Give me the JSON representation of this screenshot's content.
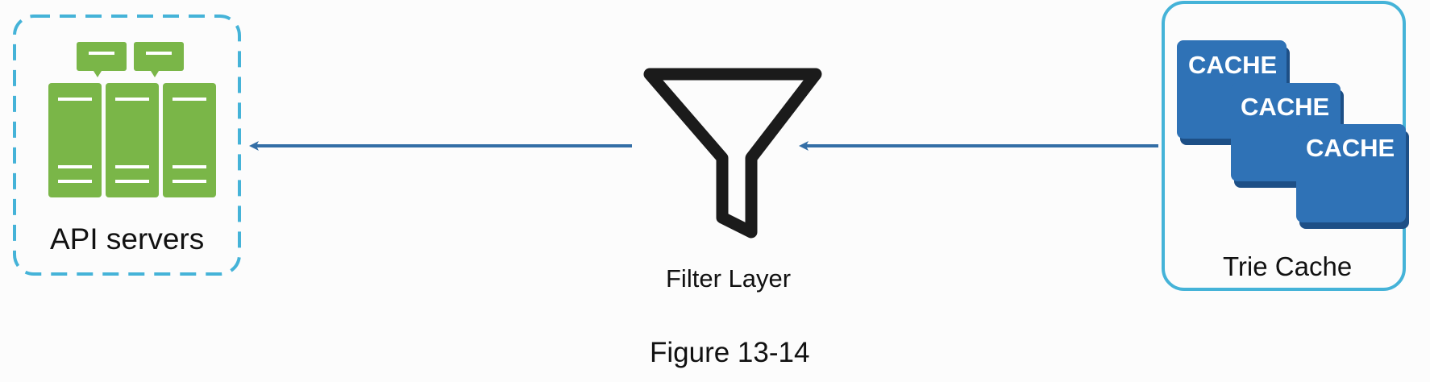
{
  "nodes": {
    "api_servers": {
      "label": "API servers",
      "icon": "server-rack-icon",
      "border": "dashed"
    },
    "filter_layer": {
      "label": "Filter Layer",
      "icon": "funnel-icon"
    },
    "trie_cache": {
      "label": "Trie Cache",
      "icon": "cache-stack-icon",
      "block_label": "CACHE",
      "block_count": 3,
      "border": "solid"
    }
  },
  "edges": [
    {
      "from": "trie_cache",
      "to": "filter_layer"
    },
    {
      "from": "filter_layer",
      "to": "api_servers"
    }
  ],
  "caption": "Figure 13-14",
  "colors": {
    "background": "#fcfcfc",
    "container_border": "#45b3d8",
    "server_green": "#7ab648",
    "server_line": "#ffffff",
    "cache_blue": "#2f72b6",
    "cache_shadow": "#1d4f86",
    "arrow": "#336ea6",
    "funnel": "#1b1b1b",
    "text": "#111111"
  }
}
